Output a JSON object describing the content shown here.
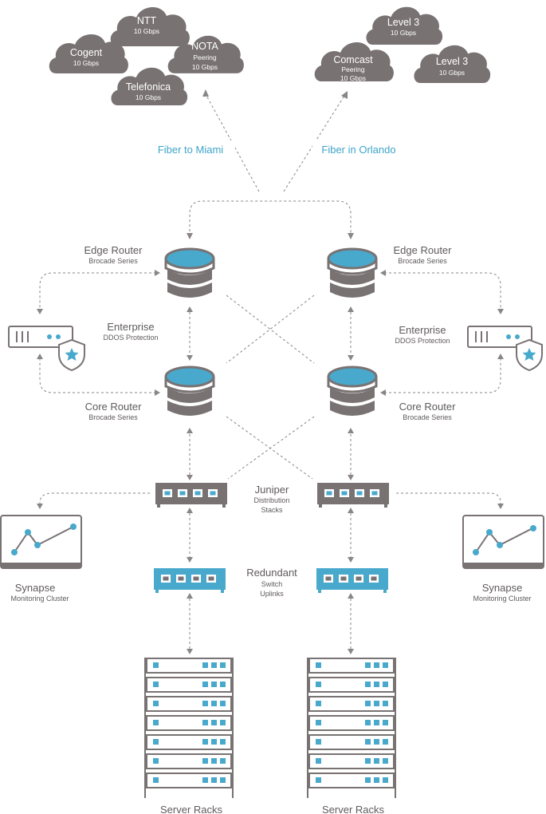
{
  "colors": {
    "accent": "#48a9cc",
    "device": "#797273",
    "label": "#5f5a5b",
    "fiber_label": "#3ea4c9",
    "line": "#8a8586"
  },
  "providers_left": [
    {
      "name": "NTT",
      "sub1": "10 Gbps",
      "sub2": ""
    },
    {
      "name": "Cogent",
      "sub1": "10 Gbps",
      "sub2": ""
    },
    {
      "name": "NOTA",
      "sub1": "Peering",
      "sub2": "10 Gbps"
    },
    {
      "name": "Telefonica",
      "sub1": "10 Gbps",
      "sub2": ""
    }
  ],
  "providers_right": [
    {
      "name": "Level 3",
      "sub1": "10 Gbps",
      "sub2": ""
    },
    {
      "name": "Comcast",
      "sub1": "Peering",
      "sub2": "10 Gbps"
    },
    {
      "name": "Level 3",
      "sub1": "10 Gbps",
      "sub2": ""
    }
  ],
  "fiber_left": "Fiber to Miami",
  "fiber_right": "Fiber in Orlando",
  "edge_router": {
    "title": "Edge Router",
    "sub": "Brocade Series"
  },
  "core_router": {
    "title": "Core Router",
    "sub": "Brocade Series"
  },
  "enterprise": {
    "title": "Enterprise",
    "sub": "DDOS Protection"
  },
  "juniper": {
    "title": "Juniper",
    "sub1": "Distribution",
    "sub2": "Stacks"
  },
  "redundant": {
    "title": "Redundant",
    "sub1": "Switch",
    "sub2": "Uplinks"
  },
  "synapse": {
    "title": "Synapse",
    "sub": "Monitoring Cluster"
  },
  "server_racks": "Server Racks",
  "icons": [
    "cloud-icon",
    "database-router-icon",
    "ddos-shield-icon",
    "monitoring-chart-icon",
    "switch-icon",
    "server-rack-icon"
  ]
}
